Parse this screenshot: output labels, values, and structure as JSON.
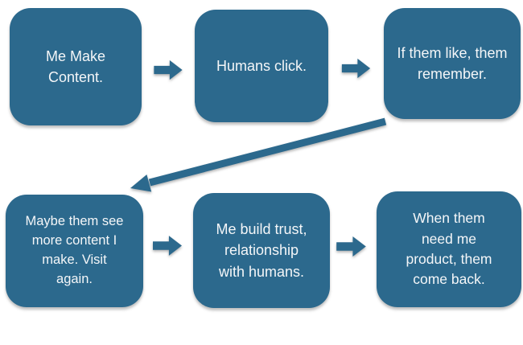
{
  "diagram": {
    "colors": {
      "box_fill": "#2C698D",
      "box_text": "#F4F6F8",
      "background": "#FFFFFF"
    },
    "boxes": [
      {
        "label": "Me Make Content.",
        "lines": [
          "Me Make",
          "Content."
        ]
      },
      {
        "label": "Humans click.",
        "lines": [
          "Humans click."
        ]
      },
      {
        "label": "If them like, them remember.",
        "lines": [
          "If them like, them",
          "remember."
        ]
      },
      {
        "label": "Maybe them see more content I make. Visit again.",
        "lines": [
          "Maybe them see",
          "more content I",
          "make. Visit",
          "again."
        ]
      },
      {
        "label": "Me build trust, relationship with humans.",
        "lines": [
          "Me build trust,",
          "relationship",
          "with humans."
        ]
      },
      {
        "label": "When them need me product, them come back.",
        "lines": [
          "When them",
          "need me",
          "product, them",
          "come back."
        ]
      }
    ],
    "arrows": [
      {
        "from": "Me Make Content.",
        "to": "Humans click.",
        "style": "short-right"
      },
      {
        "from": "Humans click.",
        "to": "If them like, them remember.",
        "style": "short-right"
      },
      {
        "from": "If them like, them remember.",
        "to": "Maybe them see more content I make. Visit again.",
        "style": "long-diagonal-down-left"
      },
      {
        "from": "Maybe them see more content I make. Visit again.",
        "to": "Me build trust, relationship with humans.",
        "style": "short-right"
      },
      {
        "from": "Me build trust, relationship with humans.",
        "to": "When them need me product, them come back.",
        "style": "short-right"
      }
    ]
  }
}
